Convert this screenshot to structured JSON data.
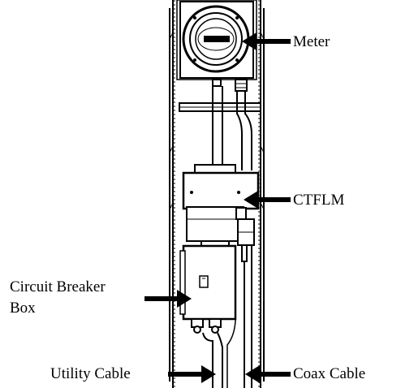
{
  "labels": {
    "meter": "Meter",
    "ctflm": "CTFLM",
    "breaker_line1": "Circuit Breaker",
    "breaker_line2": "Box",
    "utility_cable": "Utility Cable",
    "coax_cable": "Coax Cable"
  },
  "colors": {
    "ink": "#000000",
    "paper": "#ffffff"
  }
}
